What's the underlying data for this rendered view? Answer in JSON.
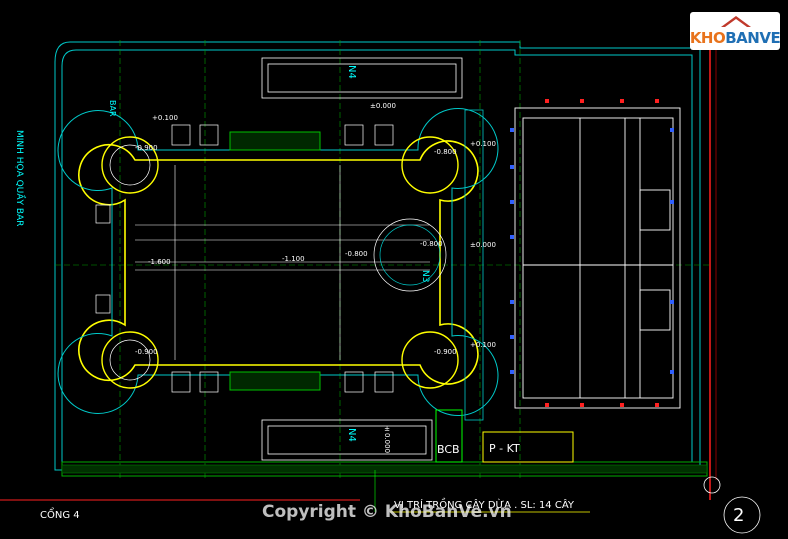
{
  "title_side": "MINH HỌA QUẦY BAR",
  "label_bar": "BAR",
  "label_n4_top": "N4",
  "label_n4_bottom": "N4",
  "label_n3": "N3",
  "label_bcb": "BCB",
  "label_pkt": "P - KT",
  "label_cong": "CỔNG 4",
  "label_trees": "VỊ TRÍ TRỒNG CÂY DỪA . SL: 14 CÂY",
  "label_sheet": "2",
  "levels": {
    "l1": "+0.100",
    "l2": "-0.900",
    "l3": "±0.000",
    "l4": "+0.100",
    "l5": "-0.800",
    "l6": "-1.600",
    "l7": "-1.100",
    "l8": "-0.800",
    "l9": "-0.800",
    "l10": "±0.000",
    "l11": "-0.900",
    "l12": "-0.900",
    "l13": "+0.100",
    "l14": "±0.000"
  },
  "logo": {
    "part1": "KHO",
    "part2": "BANVE"
  },
  "watermark": "Copyright © KhoBanVe.vn",
  "colors": {
    "wall": "#00c8c8",
    "pool": "#ffff00",
    "grid": "#00b000",
    "dim": "#00ff00",
    "text": "#00ffff",
    "accent": "#ff2020"
  }
}
